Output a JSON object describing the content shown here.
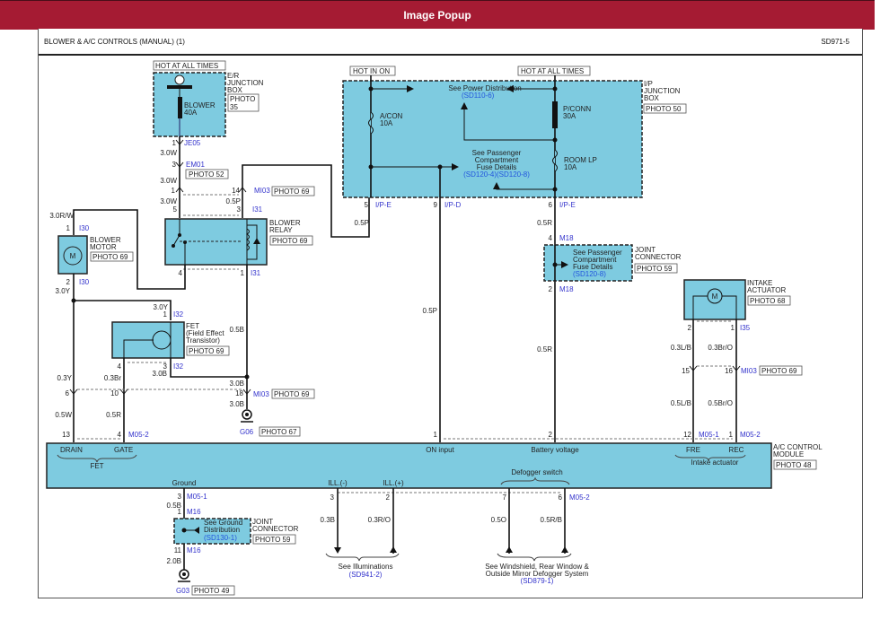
{
  "window": {
    "title": "Image Popup"
  },
  "diagram": {
    "title": "BLOWER & A/C CONTROLS (MANUAL) (1)",
    "code": "SD971-5",
    "colors": {
      "titlebar": "#a51b33",
      "component_fill": "#7ecbe0",
      "wire": "#111111",
      "connector_id": "#3333cc",
      "link": "#2255dd"
    },
    "er_box": {
      "hot": "HOT AT ALL TIMES",
      "name1": "E/R",
      "name2": "JUNCTION",
      "name3": "BOX",
      "photo1": "PHOTO",
      "photo2": "35",
      "fuse1": "BLOWER",
      "fuse2": "40A"
    },
    "je05": {
      "pin": "1",
      "id": "JE05"
    },
    "em01": {
      "pin": "3",
      "id": "EM01",
      "photo": "PHOTO 52"
    },
    "mi03_top": {
      "pin_l": "1",
      "pin_r": "14",
      "id": "MI03",
      "photo": "PHOTO 69"
    },
    "wires": {
      "w30w_a": "3.0W",
      "w30w_b": "3.0W",
      "w30w_c": "3.0W",
      "w05p_a": "0.5P",
      "w30rw": "3.0R/W",
      "w30y_a": "3.0Y",
      "w30y_b": "3.0Y",
      "w05b": "0.5B",
      "w03y": "0.3Y",
      "w03br": "0.3Br",
      "w30b_a": "3.0B",
      "w30b_b": "3.0B",
      "w30b_c": "3.0B",
      "w05w": "0.5W",
      "w05r_a": "0.5R",
      "w05p_b": "0.5P",
      "w05p_c": "0.5P",
      "w05r_b": "0.5R",
      "w05r_c": "0.5R",
      "w03lb": "0.3L/B",
      "w03bro": "0.3Br/O",
      "w05lb": "0.5L/B",
      "w05bro": "0.5Br/O",
      "w05b_g": "0.5B",
      "w20b": "2.0B",
      "w03b": "0.3B",
      "w03ro": "0.3R/O",
      "w05o": "0.5O",
      "w05rb": "0.5R/B"
    },
    "relay": {
      "name1": "BLOWER",
      "name2": "RELAY",
      "photo": "PHOTO 69",
      "pin5": "5",
      "pin3": "3",
      "pin4": "4",
      "pin1": "1",
      "id": "I31"
    },
    "motor": {
      "name1": "BLOWER",
      "name2": "MOTOR",
      "photo": "PHOTO 69",
      "pin1": "1",
      "pin2": "2",
      "id": "I30",
      "symbol": "M"
    },
    "fet": {
      "name1": "FET",
      "name2": "(Field Effect",
      "name3": "Transistor)",
      "photo": "PHOTO 69",
      "pin1": "1",
      "pin3": "3",
      "pin4": "4",
      "id": "I32"
    },
    "mi03_mid": {
      "pin6": "6",
      "pin10": "10",
      "pin18": "18",
      "id": "MI03",
      "photo": "PHOTO 69"
    },
    "g06": {
      "id": "G06",
      "photo": "PHOTO 67"
    },
    "ip_box": {
      "hot_on": "HOT IN ON",
      "hot_all": "HOT AT ALL TIMES",
      "name1": "I/P",
      "name2": "JUNCTION",
      "name3": "BOX",
      "photo": "PHOTO 50",
      "power_dist": "See Power Distribution",
      "power_ref": "(SD110-6)",
      "acon1": "A/CON",
      "acon2": "10A",
      "pconn1": "P/CONN",
      "pconn2": "30A",
      "room1": "ROOM LP",
      "room2": "10A",
      "pass1": "See Passenger",
      "pass2": "Compartment",
      "pass3": "Fuse Details",
      "pass_ref": "(SD120-4)(SD120-8)",
      "pin5": "5",
      "pin5_id": "I/P-E",
      "pin9": "9",
      "pin9_id": "I/P-D",
      "pin6": "6",
      "pin6_id": "I/P-E"
    },
    "joint_m18": {
      "pin4": "4",
      "pin2": "2",
      "id": "M18",
      "name1": "JOINT",
      "name2": "CONNECTOR",
      "photo": "PHOTO 59",
      "text1": "See Passenger",
      "text2": "Compartment",
      "text3": "Fuse Details",
      "ref": "(SD120-8)"
    },
    "intake": {
      "name1": "INTAKE",
      "name2": "ACTUATOR",
      "photo": "PHOTO 68",
      "pin2": "2",
      "pin1": "1",
      "id": "I35",
      "symbol": "M"
    },
    "mi03_right": {
      "pin15": "15",
      "pin16": "16",
      "id": "MI03",
      "photo": "PHOTO 69"
    },
    "module": {
      "name1": "A/C CONTROL",
      "name2": "MODULE",
      "photo": "PHOTO 48",
      "drain": "DRAIN",
      "gate": "GATE",
      "fet": "FET",
      "on_input": "ON input",
      "battery": "Battery voltage",
      "fre": "FRE",
      "rec": "REC",
      "intake": "Intake actuator",
      "ground": "Ground",
      "ill_neg": "ILL.(-)",
      "ill_pos": "ILL.(+)",
      "defogger": "Defogger switch",
      "pin13": "13",
      "pin4": "4",
      "m052": "M05-2",
      "pin1_on": "1",
      "pin2_bat": "2",
      "pin12": "12",
      "m051": "M05-1",
      "pin1_rec": "1",
      "m052b": "M05-2",
      "pin3_gnd": "3",
      "m051b": "M05-1",
      "pin3_ill": "3",
      "pin2_ill": "2",
      "pin7": "7",
      "pin6": "6",
      "m052c": "M05-2"
    },
    "joint_m16": {
      "pin1": "1",
      "pin11": "11",
      "id": "M16",
      "name1": "JOINT",
      "name2": "CONNECTOR",
      "photo": "PHOTO 59",
      "text1": "See Ground",
      "text2": "Distribution",
      "ref": "(SD130-1)"
    },
    "g03": {
      "id": "G03",
      "photo": "PHOTO 49"
    },
    "illum": {
      "text": "See Illuminations",
      "ref": "(SD941-2)"
    },
    "defog": {
      "text1": "See Windshield, Rear Window &",
      "text2": "Outside Mirror Defogger System",
      "ref": "(SD879-1)"
    }
  }
}
